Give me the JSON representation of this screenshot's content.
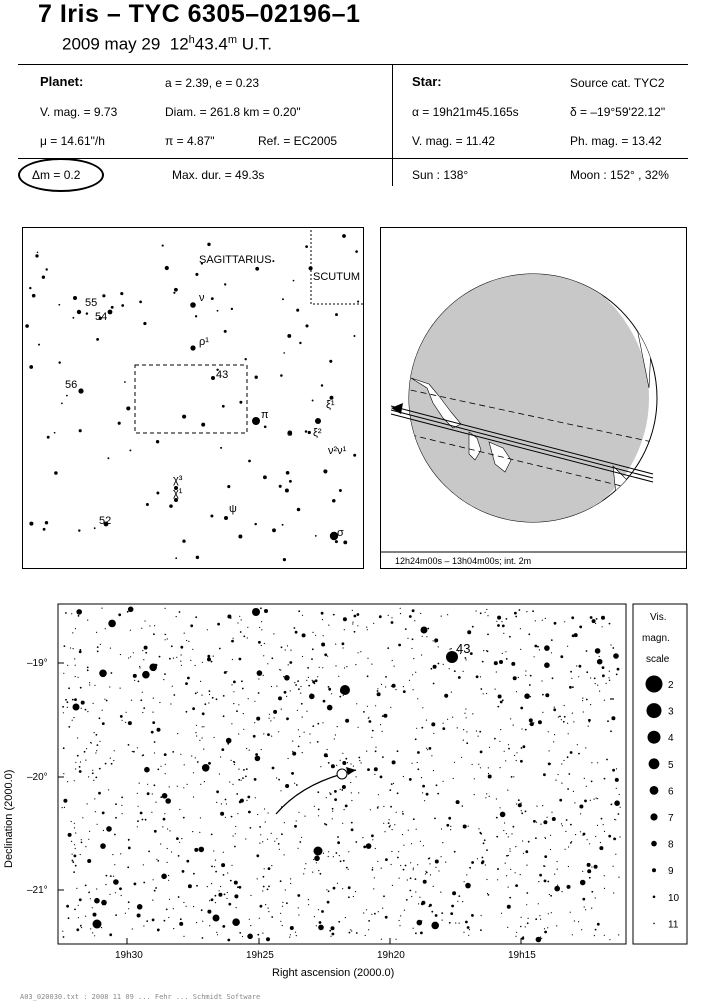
{
  "header": {
    "title": "7 Iris  –  TYC 6305–02196–1",
    "date": "2009 may 29",
    "time_h": "12",
    "time_h_sup": "h",
    "time_m": "43.4",
    "time_m_sup": "m",
    "time_suffix": "U.T."
  },
  "planet": {
    "heading": "Planet:",
    "orbit": "a = 2.39, e = 0.23",
    "vmag": "V. mag. =  9.73",
    "diam": "Diam. = 261.8 km = 0.20\"",
    "mu": "μ = 14.61\"/h",
    "pi": "π =  4.87\"",
    "ref": "Ref. = EC2005"
  },
  "star": {
    "heading": "Star:",
    "source": "Source cat.  TYC2",
    "alpha": "α = 19h21m45.165s",
    "delta": "δ = –19°59'22.12\"",
    "vmag": "V. mag. = 11.42",
    "phmag": "Ph. mag. = 13.42"
  },
  "event": {
    "dm": "Δm = 0.2",
    "maxdur": "Max. dur. = 49.3s",
    "sun": "Sun : 138°",
    "moon": "Moon : 152° , 32%"
  },
  "finder": {
    "constellation1": "SAGITTARIUS",
    "constellation2": "SCUTUM",
    "labels": {
      "l55": "55",
      "l54": "54",
      "l56": "56",
      "l52": "52",
      "l43": "43",
      "nu": "ν",
      "rho": "ρ¹",
      "pi": "π",
      "omicron": "o",
      "xi1": "ξ¹",
      "xi2": "ξ²",
      "nu2": "ν²ν¹",
      "chi3": "χ³",
      "chi1": "χ¹",
      "psi": "ψ",
      "sigma": "σ"
    }
  },
  "globe": {
    "caption": "12h24m00s – 13h04m00s; int.  2m"
  },
  "starchart": {
    "ylabel": "Declination (2000.0)",
    "xlabel": "Right ascension (2000.0)",
    "yticks": [
      "–19°",
      "–20°",
      "–21°"
    ],
    "xticks": [
      "19h30",
      "19h25",
      "19h20",
      "19h15"
    ],
    "target_label": "43"
  },
  "scale": {
    "title1": "Vis.",
    "title2": "magn.",
    "title3": "scale",
    "items": [
      "2",
      "3",
      "4",
      "5",
      "6",
      "7",
      "8",
      "9",
      "10",
      "11"
    ]
  },
  "footer": "A03_020030.txt : 2008 11 09 ... Fehr ... Schmidt Software"
}
